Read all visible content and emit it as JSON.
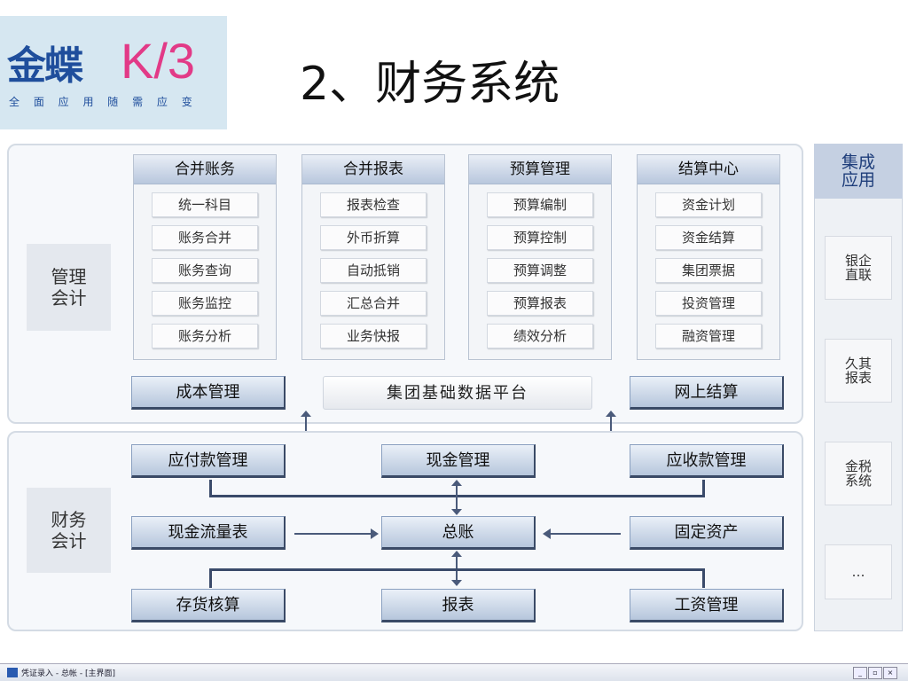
{
  "logo": {
    "brand": "金蝶",
    "product": "K/3",
    "tagline": "全 面 应 用 随 需 应 变"
  },
  "title": "2、财务系统",
  "management": {
    "label": "管理\n会计",
    "modules": [
      {
        "header": "合并账务",
        "items": [
          "统一科目",
          "账务合并",
          "账务查询",
          "账务监控",
          "账务分析"
        ]
      },
      {
        "header": "合并报表",
        "items": [
          "报表检查",
          "外币折算",
          "自动抵销",
          "汇总合并",
          "业务快报"
        ]
      },
      {
        "header": "预算管理",
        "items": [
          "预算编制",
          "预算控制",
          "预算调整",
          "预算报表",
          "绩效分析"
        ]
      },
      {
        "header": "结算中心",
        "items": [
          "资金计划",
          "资金结算",
          "集团票据",
          "投资管理",
          "融资管理"
        ]
      }
    ],
    "cost_management": "成本管理",
    "platform": "集团基础数据平台",
    "online_settlement": "网上结算"
  },
  "finance": {
    "label": "财务\n会计",
    "payables": "应付款管理",
    "cash_management": "现金管理",
    "receivables": "应收款管理",
    "cash_flow": "现金流量表",
    "general_ledger": "总账",
    "fixed_assets": "固定资产",
    "inventory_costing": "存货核算",
    "reports": "报表",
    "payroll": "工资管理"
  },
  "integration": {
    "header": "集成\n应用",
    "items": [
      "银企\n直联",
      "久其\n报表",
      "金税\n系统",
      "…"
    ]
  },
  "taskbar": {
    "title": "凭证录入 - 总帐 - [主界面]",
    "controls": [
      "_",
      "▫",
      "×"
    ]
  },
  "colors": {
    "brand_blue": "#1f4e9c",
    "brand_pink": "#e23a87",
    "button_blue": "#b6c6dc",
    "line": "#4a5a7a"
  }
}
